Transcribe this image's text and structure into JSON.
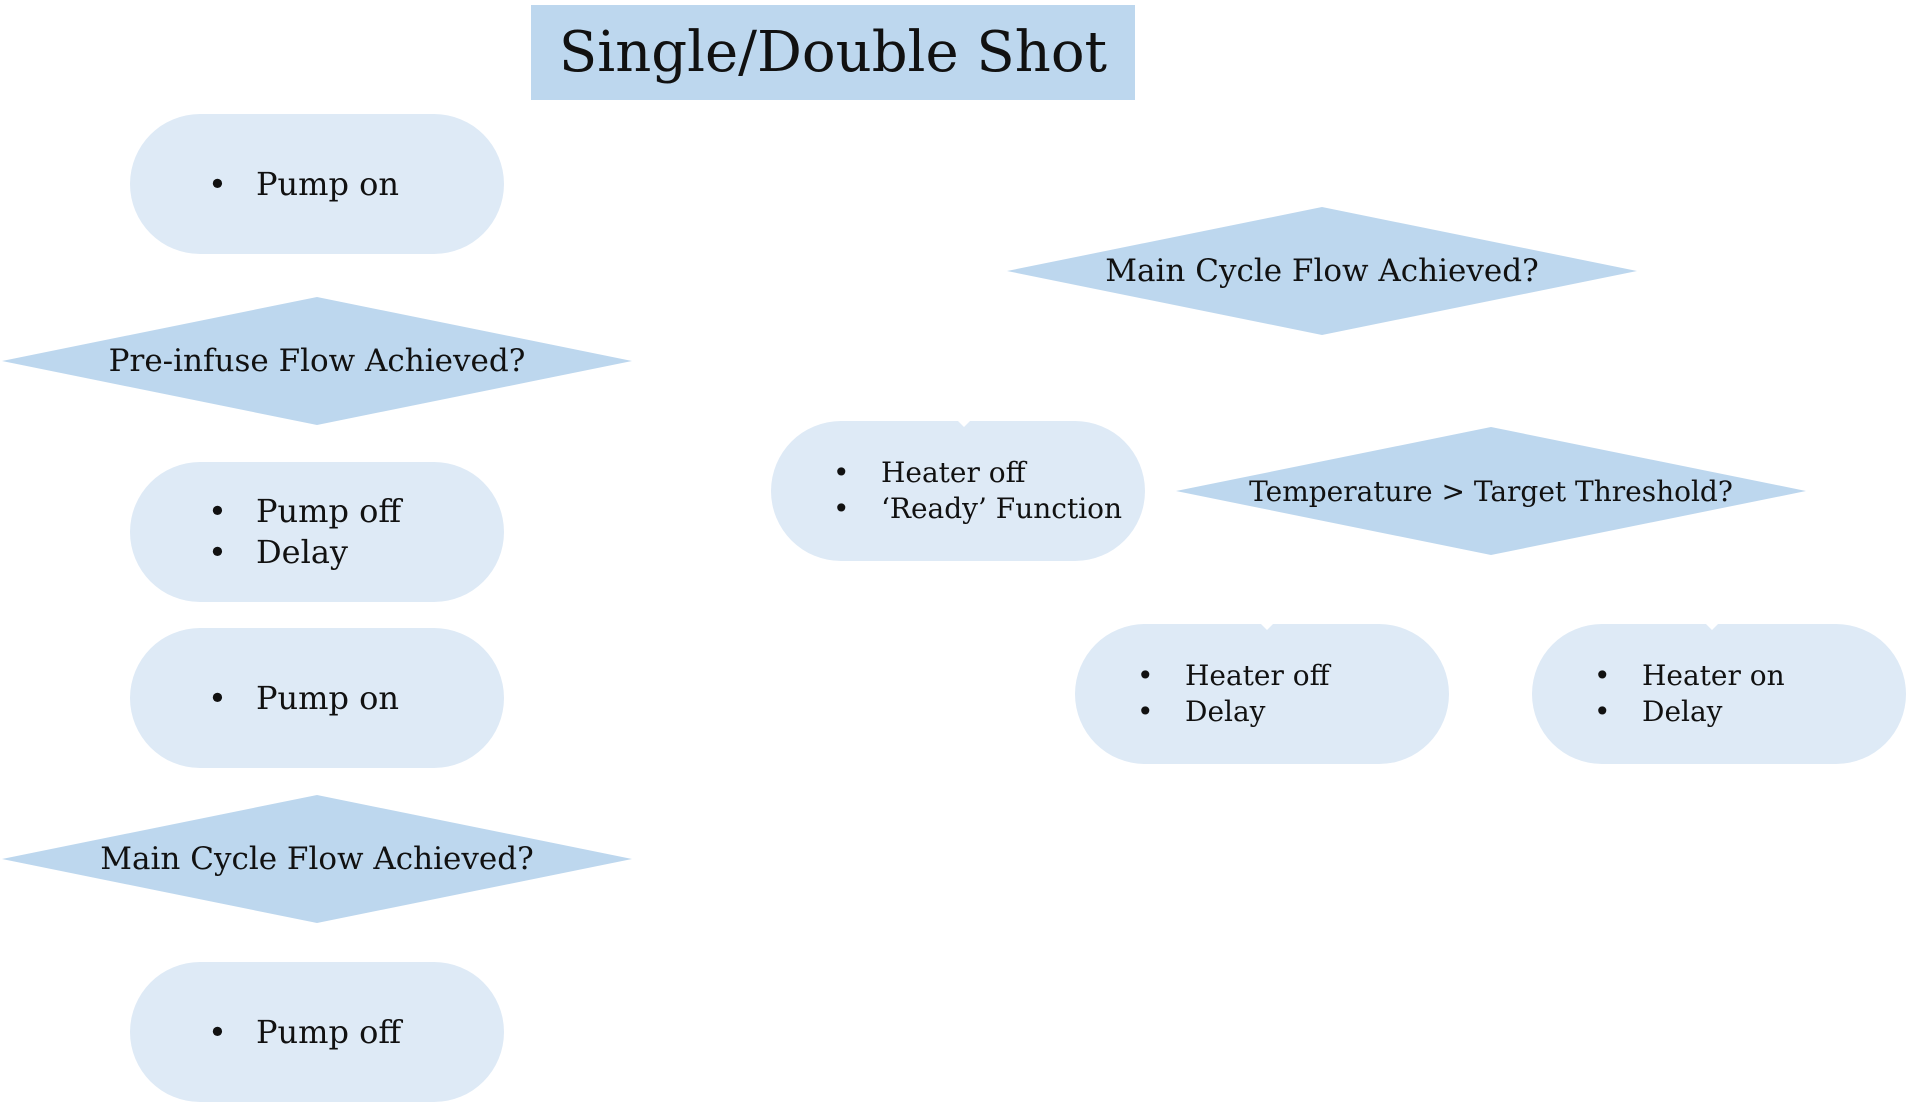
{
  "title": "Single/Double Shot",
  "colors": {
    "title_fill": "#bdd7ee",
    "decision_fill": "#bdd7ee",
    "process_fill": "#deeaf6",
    "text": "#111111"
  },
  "left_column": {
    "step1": {
      "items": [
        "Pump on"
      ]
    },
    "decision1": {
      "label": "Pre-infuse Flow Achieved?"
    },
    "step2": {
      "items": [
        "Pump off",
        "Delay"
      ]
    },
    "step3": {
      "items": [
        "Pump on"
      ]
    },
    "decision2": {
      "label": "Main Cycle Flow Achieved?"
    },
    "step4": {
      "items": [
        "Pump off"
      ]
    }
  },
  "right_section": {
    "decision_main": {
      "label": "Main Cycle Flow Achieved?"
    },
    "ready_step": {
      "items": [
        "Heater off",
        "‘Ready’ Function"
      ]
    },
    "decision_temp": {
      "label": "Temperature > Target Threshold?"
    },
    "heater_off_step": {
      "items": [
        "Heater off",
        "Delay"
      ]
    },
    "heater_on_step": {
      "items": [
        "Heater on",
        "Delay"
      ]
    }
  }
}
